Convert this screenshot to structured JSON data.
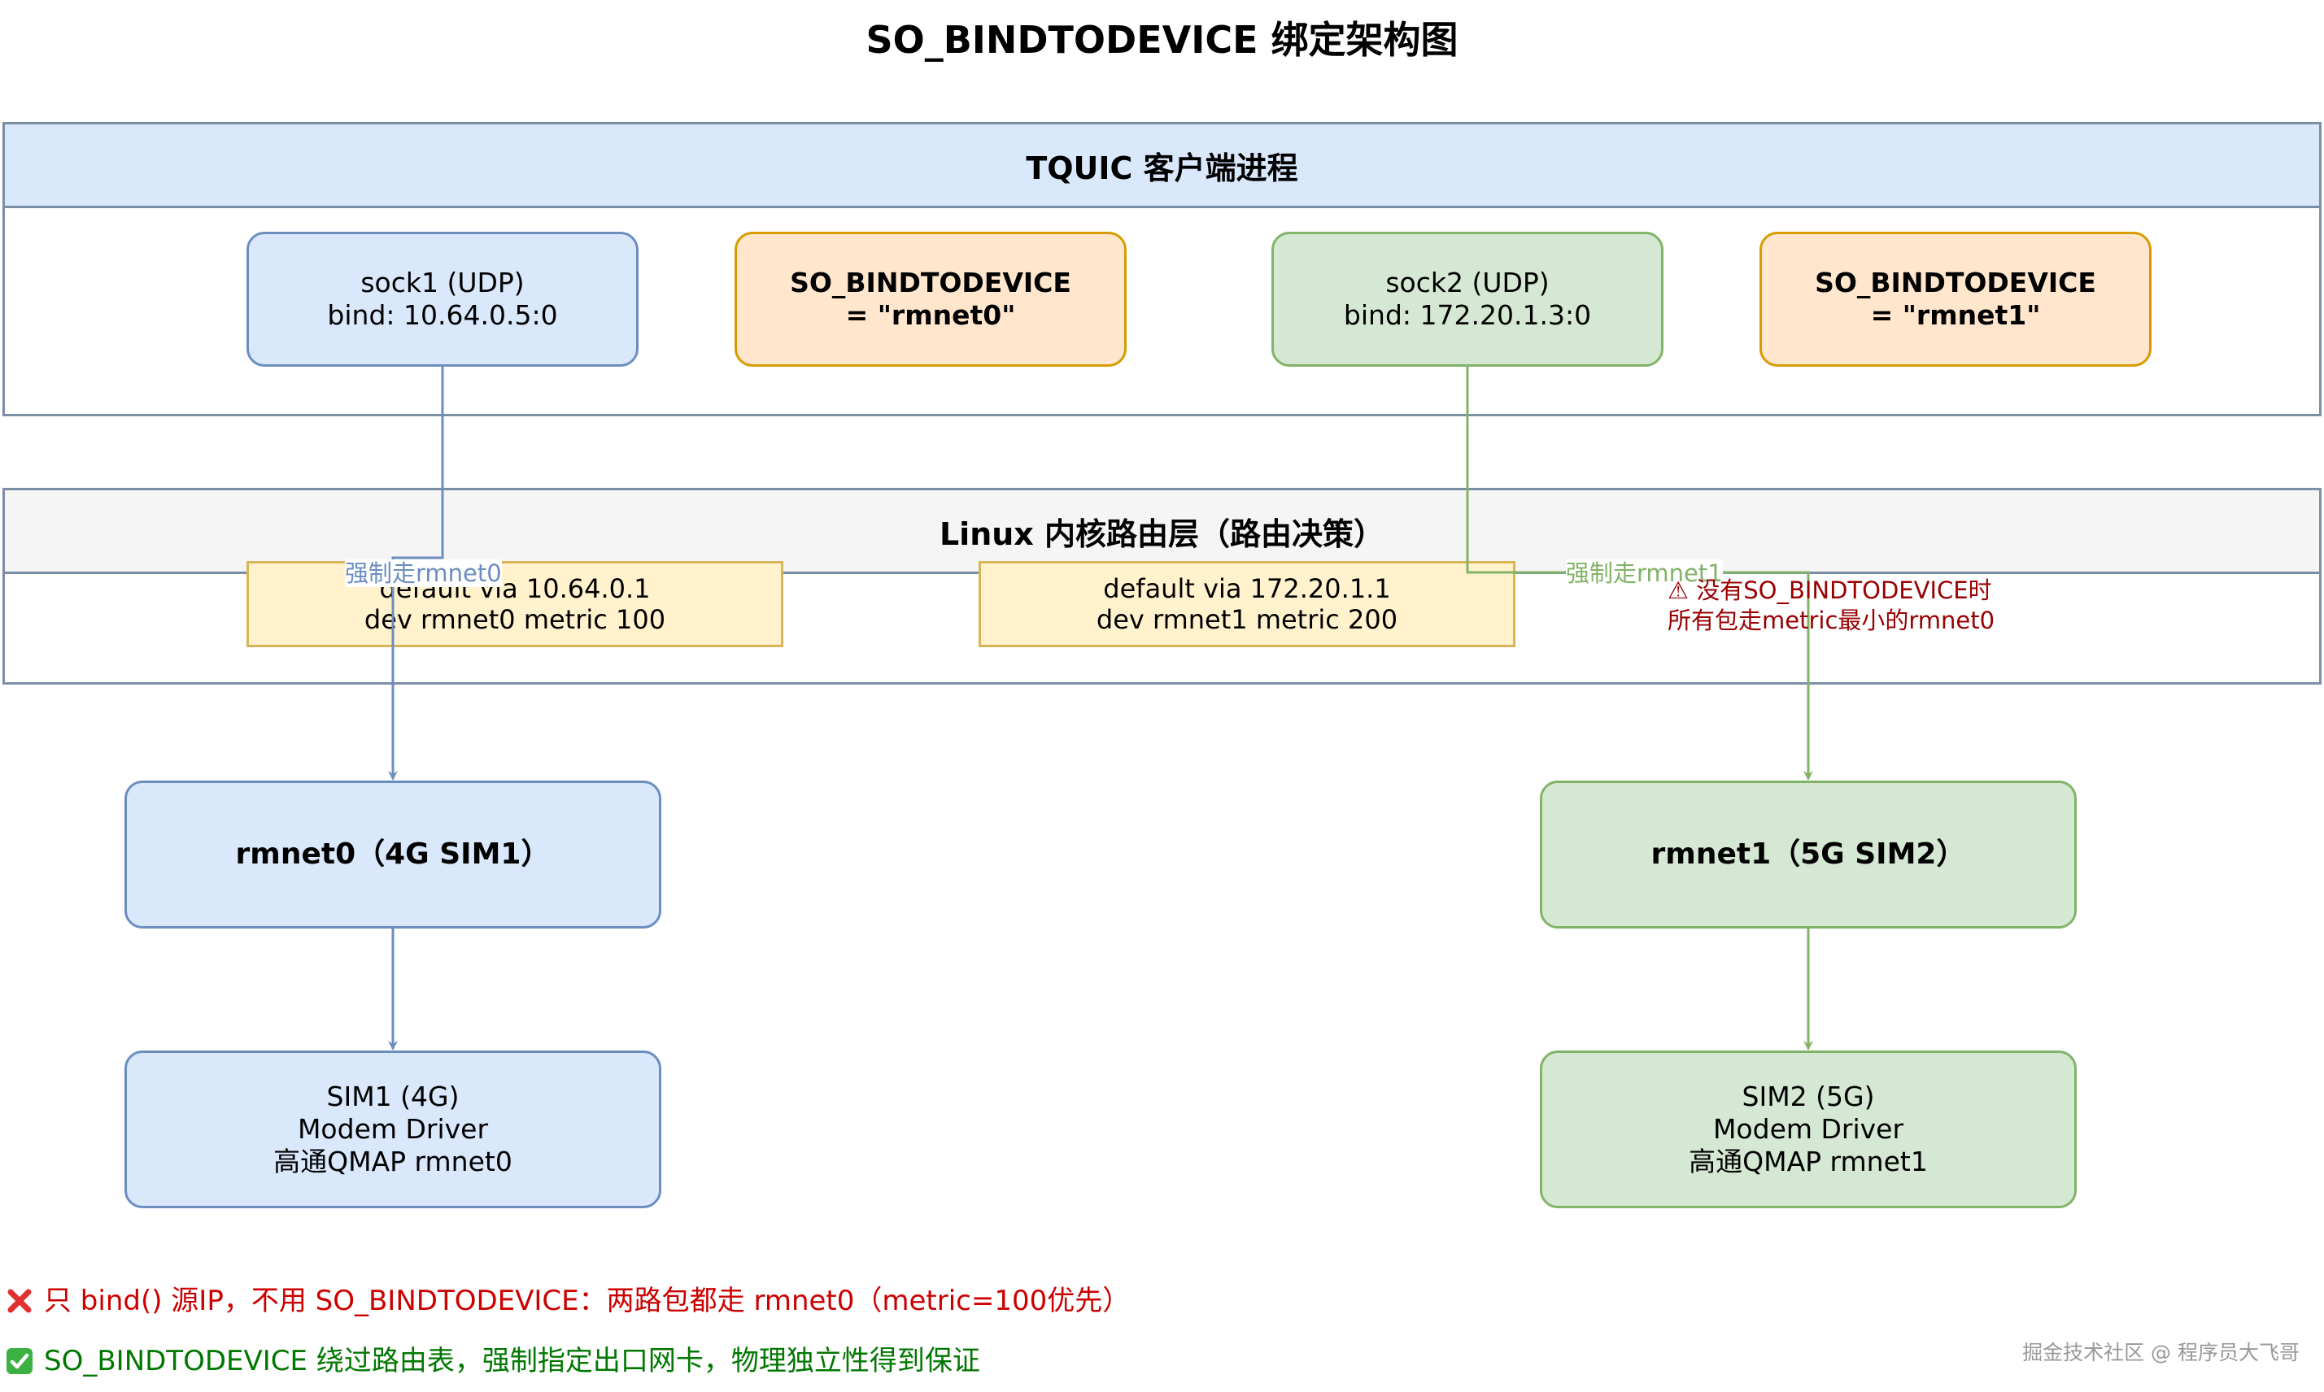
{
  "title": "SO_BINDTODEVICE 绑定架构图",
  "lanes": {
    "client": "TQUIC 客户端进程",
    "kernel": "Linux 内核路由层（路由决策）"
  },
  "sockets": {
    "sock1": {
      "line1": "sock1 (UDP)",
      "line2": "bind: 10.64.0.5:0"
    },
    "sock2": {
      "line1": "sock2 (UDP)",
      "line2": "bind: 172.20.1.3:0"
    }
  },
  "bind_options": {
    "opt1": {
      "line1": "SO_BINDTODEVICE",
      "line2": "= \"rmnet0\""
    },
    "opt2": {
      "line1": "SO_BINDTODEVICE",
      "line2": "= \"rmnet1\""
    }
  },
  "routes": {
    "route1": {
      "line1": "default via 10.64.0.1",
      "line2": "dev rmnet0 metric 100"
    },
    "route2": {
      "line1": "default via 172.20.1.1",
      "line2": "dev rmnet1 metric 200"
    }
  },
  "edge_labels": {
    "left": "强制走rmnet0",
    "right": "强制走rmnet1"
  },
  "warning": {
    "line1": "⚠ 没有SO_BINDTODEVICE时",
    "line2": "所有包走metric最小的rmnet0"
  },
  "interfaces": {
    "rmnet0": "rmnet0（4G SIM1）",
    "rmnet1": "rmnet1（5G SIM2）"
  },
  "modems": {
    "sim1": {
      "line1": "SIM1 (4G)",
      "line2": "Modem Driver",
      "line3": "高通QMAP rmnet0"
    },
    "sim2": {
      "line1": "SIM2 (5G)",
      "line2": "Modem Driver",
      "line3": "高通QMAP rmnet1"
    }
  },
  "notes": {
    "bad": "只 bind() 源IP，不用 SO_BINDTODEVICE：两路包都走 rmnet0（metric=100优先）",
    "good": "SO_BINDTODEVICE 绕过路由表，强制指定出口网卡，物理独立性得到保证"
  },
  "icons": {
    "bad": "cross-mark-icon",
    "good": "check-mark-icon"
  },
  "footer": "掘金技术社区 @ 程序员大飞哥",
  "colors": {
    "blue_fill": "#dae8fc",
    "blue_stroke": "#6c8ebf",
    "green_fill": "#d5e8d4",
    "green_stroke": "#82b366",
    "orange_fill": "#ffe6cc",
    "orange_stroke": "#d79b00",
    "yellow_fill": "#fff2cc",
    "yellow_stroke": "#d6b656",
    "kernel_head": "#f5f5f5",
    "warn_text": "#990000",
    "bad_text": "#cc0000",
    "good_text": "#007700"
  }
}
